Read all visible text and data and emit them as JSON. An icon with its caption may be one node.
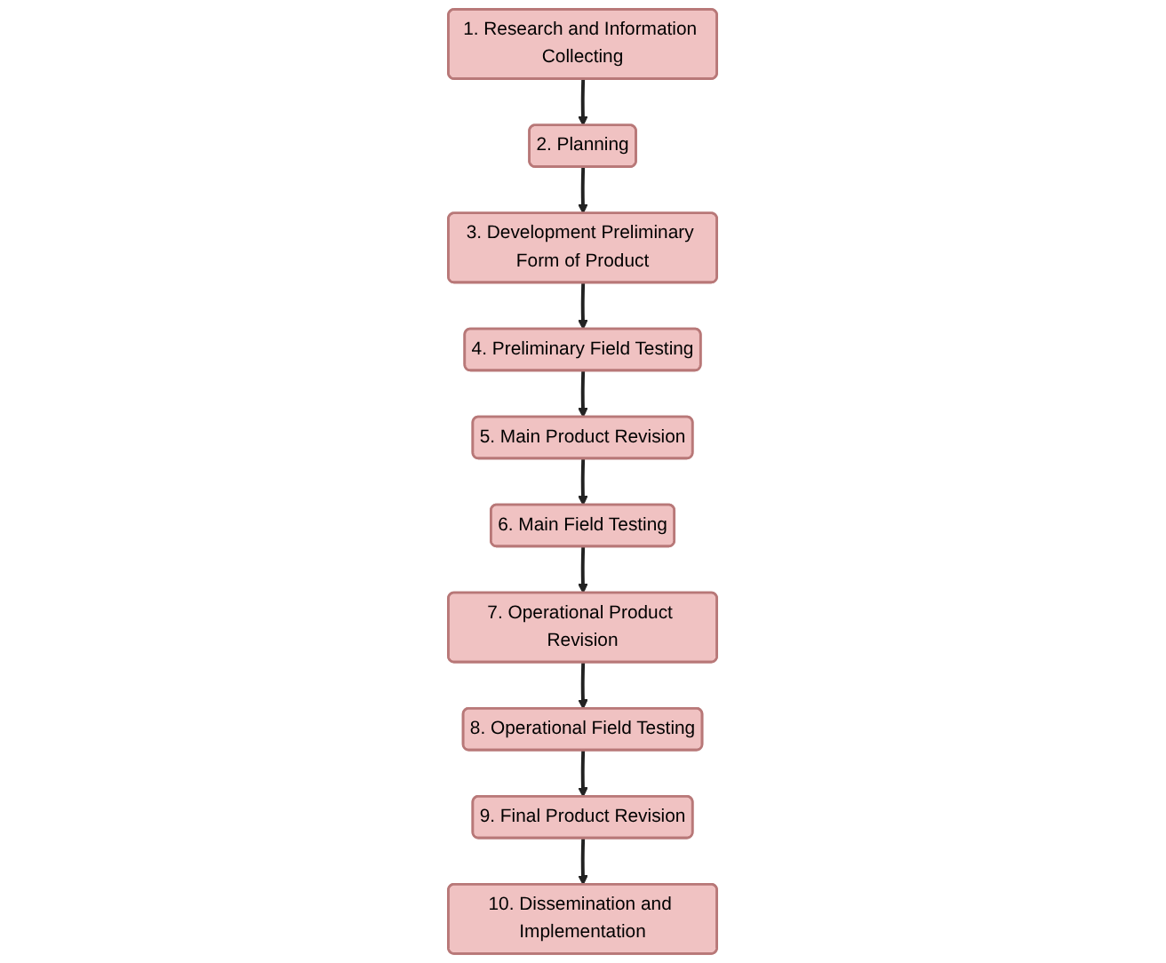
{
  "diagram": {
    "nodes": [
      {
        "text": [
          "1. Research and Information Collecting"
        ]
      },
      {
        "text": [
          "2. Planning"
        ]
      },
      {
        "text": [
          "3. Development Preliminary Form of Product"
        ]
      },
      {
        "text": [
          "4. Preliminary Field Testing"
        ]
      },
      {
        "text": [
          "5. Main Product Revision"
        ]
      },
      {
        "text": [
          "6. Main Field Testing"
        ]
      },
      {
        "text": [
          "7. Operational Product Revision"
        ]
      },
      {
        "text": [
          "8. Operational Field Testing"
        ]
      },
      {
        "text": [
          "9. Final Product Revision"
        ]
      },
      {
        "text": [
          "10. Dissemination and Implementation"
        ]
      }
    ],
    "edges": [
      {
        "from": 0,
        "to": 1,
        "arrow": "to"
      },
      {
        "from": 1,
        "to": 2,
        "arrow": "to"
      },
      {
        "from": 2,
        "to": 3,
        "arrow": "to"
      },
      {
        "from": 3,
        "to": 4,
        "arrow": "to"
      },
      {
        "from": 4,
        "to": 5,
        "arrow": "to"
      },
      {
        "from": 5,
        "to": 6,
        "arrow": "to"
      },
      {
        "from": 6,
        "to": 7,
        "arrow": "to"
      },
      {
        "from": 7,
        "to": 8,
        "arrow": "to"
      },
      {
        "from": 8,
        "to": 9,
        "arrow": "to"
      }
    ]
  }
}
